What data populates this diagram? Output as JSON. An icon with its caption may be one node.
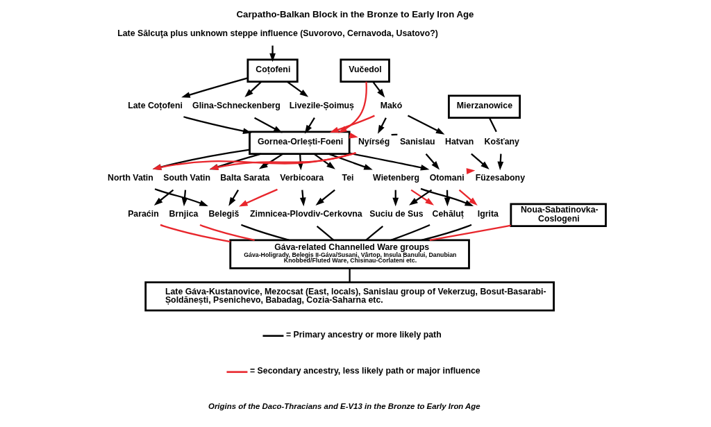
{
  "diagram": {
    "title": "Carpatho-Balkan Block in the Bronze to Early Iron Age",
    "caption": "Origins of the Daco-Thracians and E-V13 in the Bronze to Early Iron Age",
    "nodes": [
      {
        "text": [
          "Late Sălcuţa plus unknown steppe influence (Suvorovo, Cernavoda, Usatovo?)"
        ]
      },
      {
        "text": [
          "Coțofeni"
        ]
      },
      {
        "text": [
          "Vučedol"
        ]
      },
      {
        "text": [
          "Late Coțofeni"
        ]
      },
      {
        "text": [
          "Glina-Schneckenberg"
        ]
      },
      {
        "text": [
          "Livezile-Șoimuș"
        ]
      },
      {
        "text": [
          "Makó"
        ]
      },
      {
        "text": [
          "Mierzanowice"
        ]
      },
      {
        "text": [
          "Gornea-Orlești-Foeni"
        ]
      },
      {
        "text": [
          "Nyírség"
        ]
      },
      {
        "text": [
          "Hatvan"
        ]
      },
      {
        "text": [
          "Košťany"
        ]
      },
      {
        "text": [
          "Sanislau"
        ]
      },
      {
        "text": [
          "North Vatin"
        ]
      },
      {
        "text": [
          "South Vatin"
        ]
      },
      {
        "text": [
          "Balta Sarata"
        ]
      },
      {
        "text": [
          "Verbicoara"
        ]
      },
      {
        "text": [
          "Tei"
        ]
      },
      {
        "text": [
          "Wietenberg"
        ]
      },
      {
        "text": [
          "Otomani"
        ]
      },
      {
        "text": [
          "Füzesabony"
        ]
      },
      {
        "text": [
          "Paraćin"
        ]
      },
      {
        "text": [
          "Brnjica"
        ]
      },
      {
        "text": [
          "Belegiš"
        ]
      },
      {
        "text": [
          "Zimnicea-Plovdiv-Cerkovna"
        ]
      },
      {
        "text": [
          "Suciu de Sus"
        ]
      },
      {
        "text": [
          "Cehăluț"
        ]
      },
      {
        "text": [
          "Igrita"
        ]
      },
      {
        "text": [
          "Noua-Sabatinovka-Coslogeni"
        ]
      },
      {
        "text": [
          "Gáva-related Channelled Ware groups",
          "Gáva-Holigrady, Belegis II-Gáva/Susani, Vârtop, Insula Banului, Danubian Knobbed/Fluted Ware, Chisinau-Corlateni etc."
        ]
      },
      {
        "text": [
          "Late Gáva-Kustanovice, Mezocsat (East, locals), Sanislau group of Vekerzug, Bosut-Basarabi-Șoldănești, Psenichevo, Babadag, Cozia-Saharna etc."
        ]
      }
    ],
    "edges": [
      {
        "from": 0,
        "to": 1,
        "arrow": "to"
      },
      {
        "from": 1,
        "to": 3,
        "arrow": "to"
      },
      {
        "from": 1,
        "to": 4,
        "arrow": "to"
      },
      {
        "from": 1,
        "to": 5,
        "arrow": "to"
      },
      {
        "from": 2,
        "to": 6,
        "arrow": "to"
      },
      {
        "from": 2,
        "to": 8,
        "arrow": "to",
        "color": "#e8262c"
      },
      {
        "from": 6,
        "to": 8,
        "arrow": "to",
        "color": "#e8262c"
      },
      {
        "from": 3,
        "to": 8,
        "arrow": "to"
      },
      {
        "from": 4,
        "to": 8,
        "arrow": "to"
      },
      {
        "from": 5,
        "to": 8,
        "arrow": "to"
      },
      {
        "from": 6,
        "to": 9,
        "arrow": "to"
      },
      {
        "from": 6,
        "to": 10,
        "arrow": "to"
      },
      {
        "from": 7,
        "to": 11,
        "arrow": "none"
      },
      {
        "from": 8,
        "to": 9,
        "arrow": "to",
        "color": "#e8262c"
      },
      {
        "from": 9,
        "to": 12,
        "arrow": "none"
      },
      {
        "from": 8,
        "to": 13,
        "arrow": "to"
      },
      {
        "from": 9,
        "to": 13,
        "arrow": "to",
        "color": "#e8262c"
      },
      {
        "from": 8,
        "to": 14,
        "arrow": "to"
      },
      {
        "from": 9,
        "to": 14,
        "arrow": "to",
        "color": "#e8262c"
      },
      {
        "from": 8,
        "to": 15,
        "arrow": "to"
      },
      {
        "from": 8,
        "to": 16,
        "arrow": "to"
      },
      {
        "from": 8,
        "to": 17,
        "arrow": "to"
      },
      {
        "from": 8,
        "to": 18,
        "arrow": "to"
      },
      {
        "from": 8,
        "to": 19,
        "arrow": "to"
      },
      {
        "from": 12,
        "to": 19,
        "arrow": "to"
      },
      {
        "from": 10,
        "to": 20,
        "arrow": "to"
      },
      {
        "from": 11,
        "to": 20,
        "arrow": "to"
      },
      {
        "from": 19,
        "to": 20,
        "arrow": "to",
        "color": "#e8262c"
      },
      {
        "from": 13,
        "to": 23,
        "arrow": "to"
      },
      {
        "from": 14,
        "to": 21,
        "arrow": "to"
      },
      {
        "from": 14,
        "to": 22,
        "arrow": "to"
      },
      {
        "from": 15,
        "to": 23,
        "arrow": "to"
      },
      {
        "from": 16,
        "to": 23,
        "arrow": "to",
        "color": "#e8262c"
      },
      {
        "from": 16,
        "to": 24,
        "arrow": "to"
      },
      {
        "from": 17,
        "to": 24,
        "arrow": "to"
      },
      {
        "from": 18,
        "to": 25,
        "arrow": "to"
      },
      {
        "from": 18,
        "to": 26,
        "arrow": "to",
        "color": "#e8262c"
      },
      {
        "from": 18,
        "to": 27,
        "arrow": "to"
      },
      {
        "from": 19,
        "to": 25,
        "arrow": "to"
      },
      {
        "from": 19,
        "to": 26,
        "arrow": "to"
      },
      {
        "from": 19,
        "to": 27,
        "arrow": "to",
        "color": "#e8262c"
      },
      {
        "from": 21,
        "to": 29,
        "arrow": "none",
        "color": "#e8262c"
      },
      {
        "from": 22,
        "to": 29,
        "arrow": "none",
        "color": "#e8262c"
      },
      {
        "from": 23,
        "to": 29,
        "arrow": "none"
      },
      {
        "from": 24,
        "to": 29,
        "arrow": "none"
      },
      {
        "from": 25,
        "to": 29,
        "arrow": "none"
      },
      {
        "from": 26,
        "to": 29,
        "arrow": "none"
      },
      {
        "from": 27,
        "to": 29,
        "arrow": "none"
      },
      {
        "from": 28,
        "to": 29,
        "arrow": "none",
        "color": "#e8262c"
      },
      {
        "from": 29,
        "to": 30,
        "arrow": "none"
      }
    ],
    "legend": [
      {
        "text": "= Primary ancestry or more likely path"
      },
      {
        "text": "= Secondary ancestry, less likely path or major influence"
      }
    ]
  }
}
